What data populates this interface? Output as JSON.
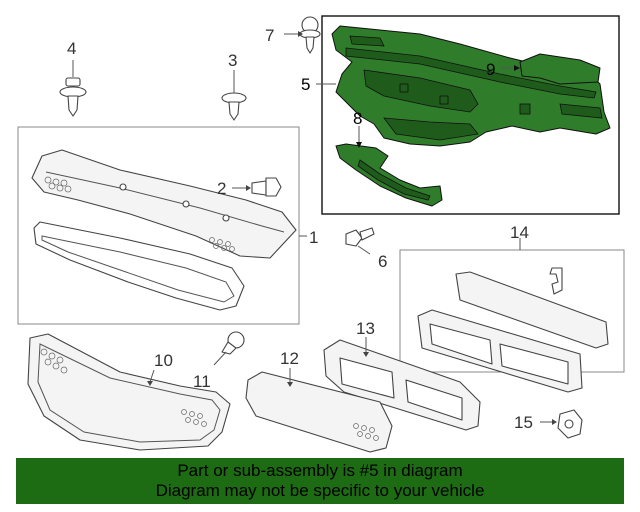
{
  "callouts": {
    "c1": "1",
    "c2": "2",
    "c3": "3",
    "c4": "4",
    "c5": "5",
    "c6": "6",
    "c7": "7",
    "c8": "8",
    "c9": "9",
    "c10": "10",
    "c11": "11",
    "c12": "12",
    "c13": "13",
    "c14": "14",
    "c15": "15"
  },
  "highlight_color": "#2f7d2a",
  "banner": {
    "line1": "Part or sub-assembly is #5 in diagram",
    "line2": "Diagram may not be specific to your vehicle",
    "color": "#1d6b12"
  }
}
